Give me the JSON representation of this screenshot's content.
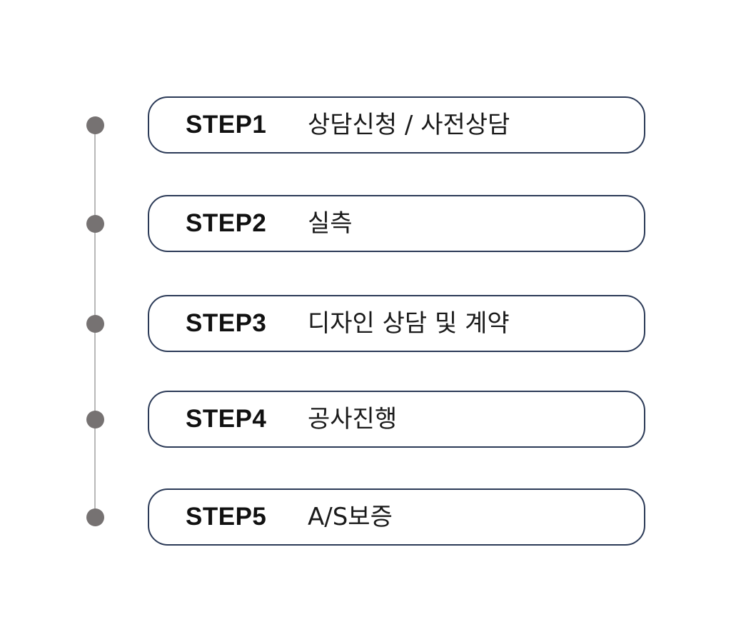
{
  "colors": {
    "dot": "#767272",
    "line": "#b8b8b8",
    "box_border": "#2b3a57",
    "label_text": "#111111",
    "body_text": "#1a1a1a"
  },
  "steps": [
    {
      "label": "STEP1",
      "text": "상담신청 / 사전상담"
    },
    {
      "label": "STEP2",
      "text": "실측"
    },
    {
      "label": "STEP3",
      "text": "디자인 상담 및 계약"
    },
    {
      "label": "STEP4",
      "text": "공사진행"
    },
    {
      "label": "STEP5",
      "text": "A/S보증"
    }
  ]
}
